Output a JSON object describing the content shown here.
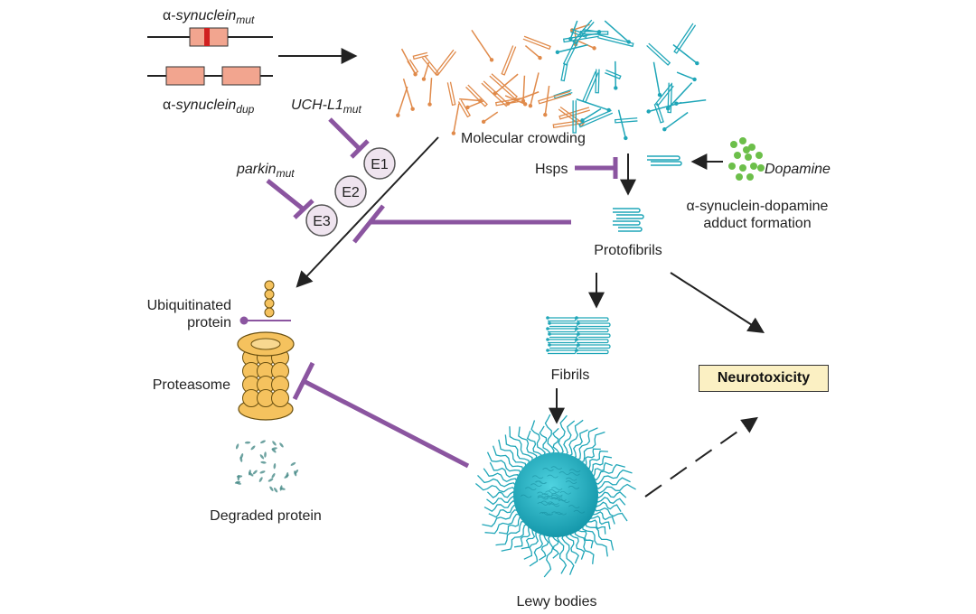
{
  "labels": {
    "asyn_mut_prefix": "α-",
    "asyn_mut_main": "synuclein",
    "asyn_mut_sub": "mut",
    "asyn_dup_prefix": "α-",
    "asyn_dup_main": "synuclein",
    "asyn_dup_sub": "dup",
    "uchl1_main": "UCH-L1",
    "uchl1_sub": "mut",
    "parkin_main": "parkin",
    "parkin_sub": "mut",
    "molecular_crowding": "Molecular crowding",
    "hsps": "Hsps",
    "dopamine": "Dopamine",
    "adduct_line1": "α-synuclein-dopamine",
    "adduct_line2": "adduct formation",
    "protofibrils": "Protofibrils",
    "fibrils": "Fibrils",
    "lewy_bodies": "Lewy bodies",
    "ubiquitinated_line1": "Ubiquitinated",
    "ubiquitinated_line2": "protein",
    "proteasome": "Proteasome",
    "degraded_protein": "Degraded protein",
    "neurotoxicity": "Neurotoxicity",
    "e1": "E1",
    "e2": "E2",
    "e3": "E3"
  },
  "colors": {
    "inhibitor": "#8b55a0",
    "monomer_orange": "#e08a4a",
    "monomer_teal": "#1fa6b8",
    "gene_box": "#f2a58f",
    "gene_mark": "#d02020",
    "proteasome": "#f5c25e",
    "dopamine": "#6cbf4a",
    "enzyme_fill": "#efe4ef",
    "neuro_box": "#fbf0c3"
  }
}
